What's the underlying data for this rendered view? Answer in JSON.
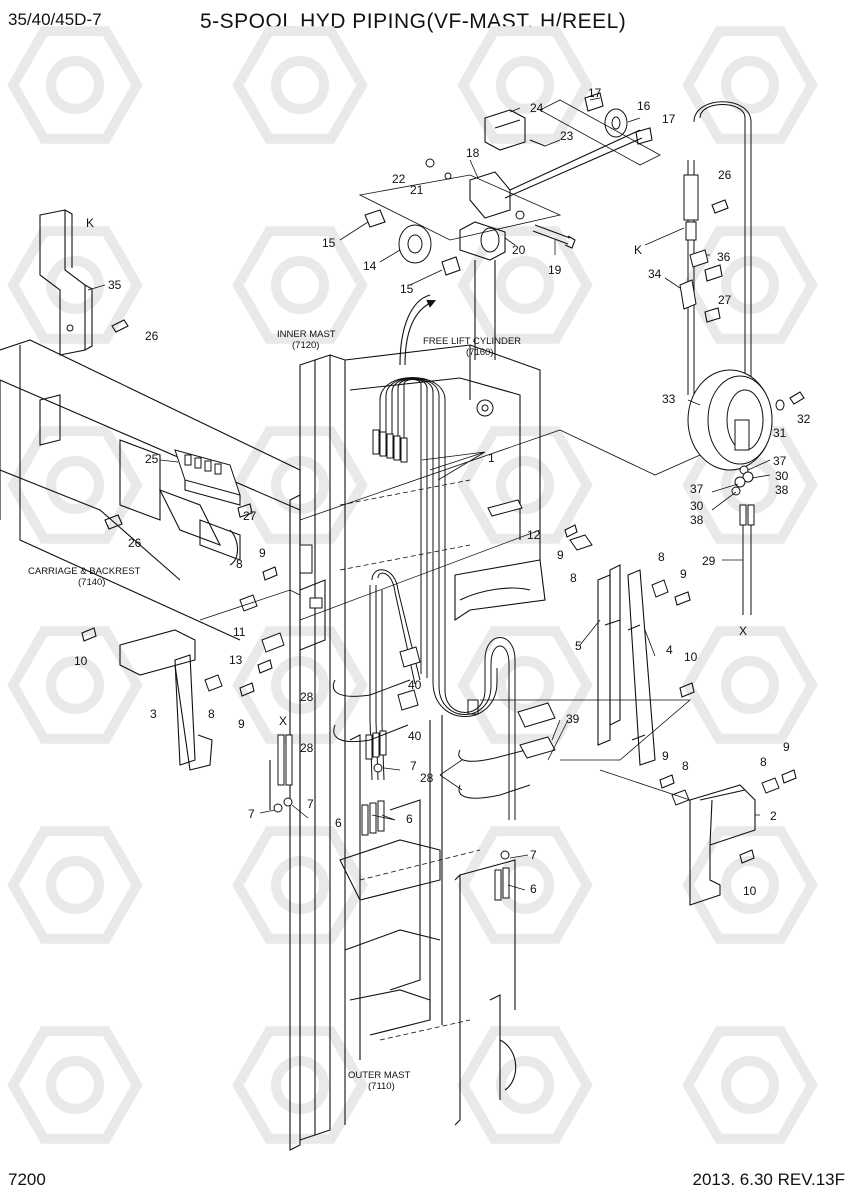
{
  "header": {
    "model": "35/40/45D-7",
    "title": "5-SPOOL HYD PIPING(VF-MAST, H/REEL)"
  },
  "footer": {
    "page_number": "7200",
    "date_revision": "2013. 6.30  REV.13F"
  },
  "captions": {
    "inner_mast": "INNER MAST",
    "inner_mast_code": "(7120)",
    "free_lift": "FREE LIFT CYLINDER",
    "free_lift_code": "(7160)",
    "carriage": "CARRIAGE & BACKREST",
    "carriage_code": "(7140)",
    "outer_mast": "OUTER MAST",
    "outer_mast_code": "(7110)"
  },
  "callouts": [
    {
      "id": "c17a",
      "text": "17"
    },
    {
      "id": "c16",
      "text": "16"
    },
    {
      "id": "c17b",
      "text": "17"
    },
    {
      "id": "c24",
      "text": "24"
    },
    {
      "id": "c23",
      "text": "23"
    },
    {
      "id": "c18",
      "text": "18"
    },
    {
      "id": "c22",
      "text": "22"
    },
    {
      "id": "c21",
      "text": "21"
    },
    {
      "id": "c15a",
      "text": "15"
    },
    {
      "id": "c14",
      "text": "14"
    },
    {
      "id": "c15b",
      "text": "15"
    },
    {
      "id": "c20",
      "text": "20"
    },
    {
      "id": "c19",
      "text": "19"
    },
    {
      "id": "cK1",
      "text": "K"
    },
    {
      "id": "c35",
      "text": "35"
    },
    {
      "id": "c26a",
      "text": "26"
    },
    {
      "id": "c26b",
      "text": "26"
    },
    {
      "id": "cK2",
      "text": "K"
    },
    {
      "id": "c36",
      "text": "36"
    },
    {
      "id": "c34",
      "text": "34"
    },
    {
      "id": "c27a",
      "text": "27"
    },
    {
      "id": "c33",
      "text": "33"
    },
    {
      "id": "c32",
      "text": "32"
    },
    {
      "id": "c31",
      "text": "31"
    },
    {
      "id": "c37a",
      "text": "37"
    },
    {
      "id": "c30a",
      "text": "30"
    },
    {
      "id": "c37b",
      "text": "37"
    },
    {
      "id": "c38a",
      "text": "38"
    },
    {
      "id": "c30b",
      "text": "30"
    },
    {
      "id": "c38b",
      "text": "38"
    },
    {
      "id": "c29",
      "text": "29"
    },
    {
      "id": "cX1",
      "text": "X"
    },
    {
      "id": "c1",
      "text": "1"
    },
    {
      "id": "c25",
      "text": "25"
    },
    {
      "id": "c27b",
      "text": "27"
    },
    {
      "id": "c26c",
      "text": "26"
    },
    {
      "id": "c12",
      "text": "12"
    },
    {
      "id": "c9a",
      "text": "9"
    },
    {
      "id": "c8a",
      "text": "8"
    },
    {
      "id": "c9b",
      "text": "9"
    },
    {
      "id": "c8b",
      "text": "8"
    },
    {
      "id": "c8c",
      "text": "8"
    },
    {
      "id": "c9c",
      "text": "9"
    },
    {
      "id": "c5",
      "text": "5"
    },
    {
      "id": "c4",
      "text": "4"
    },
    {
      "id": "c10a",
      "text": "10"
    },
    {
      "id": "c10b",
      "text": "10"
    },
    {
      "id": "c11",
      "text": "11"
    },
    {
      "id": "c13",
      "text": "13"
    },
    {
      "id": "c3",
      "text": "3"
    },
    {
      "id": "c8d",
      "text": "8"
    },
    {
      "id": "c9d",
      "text": "9"
    },
    {
      "id": "c28a",
      "text": "28"
    },
    {
      "id": "c40a",
      "text": "40"
    },
    {
      "id": "c28b",
      "text": "28"
    },
    {
      "id": "c40b",
      "text": "40"
    },
    {
      "id": "c39",
      "text": "39"
    },
    {
      "id": "c28c",
      "text": "28"
    },
    {
      "id": "cX2",
      "text": "X"
    },
    {
      "id": "c7a",
      "text": "7"
    },
    {
      "id": "c7b",
      "text": "7"
    },
    {
      "id": "c7c",
      "text": "7"
    },
    {
      "id": "c6a",
      "text": "6"
    },
    {
      "id": "c6b",
      "text": "6"
    },
    {
      "id": "c7d",
      "text": "7"
    },
    {
      "id": "c6c",
      "text": "6"
    },
    {
      "id": "c9e",
      "text": "9"
    },
    {
      "id": "c8e",
      "text": "8"
    },
    {
      "id": "c8f",
      "text": "8"
    },
    {
      "id": "c9f",
      "text": "9"
    },
    {
      "id": "c2",
      "text": "2"
    },
    {
      "id": "c10c",
      "text": "10"
    }
  ]
}
